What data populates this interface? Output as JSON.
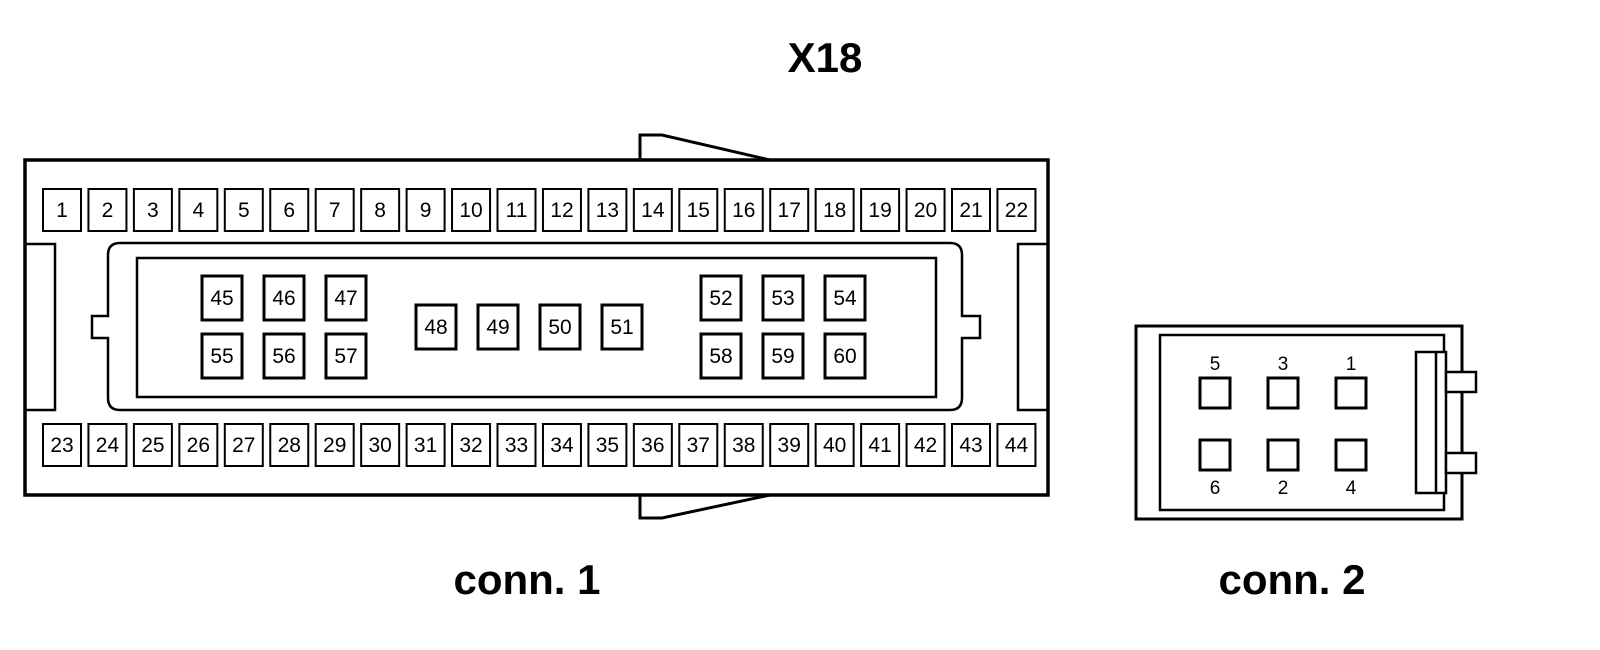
{
  "title": "X18",
  "connectors": {
    "conn1": {
      "caption": "conn. 1",
      "top_row": [
        "1",
        "2",
        "3",
        "4",
        "5",
        "6",
        "7",
        "8",
        "9",
        "10",
        "11",
        "12",
        "13",
        "14",
        "15",
        "16",
        "17",
        "18",
        "19",
        "20",
        "21",
        "22"
      ],
      "bottom_row": [
        "23",
        "24",
        "25",
        "26",
        "27",
        "28",
        "29",
        "30",
        "31",
        "32",
        "33",
        "34",
        "35",
        "36",
        "37",
        "38",
        "39",
        "40",
        "41",
        "42",
        "43",
        "44"
      ],
      "inner_left_top": [
        "45",
        "46",
        "47"
      ],
      "inner_left_bottom": [
        "55",
        "56",
        "57"
      ],
      "inner_middle": [
        "48",
        "49",
        "50",
        "51"
      ],
      "inner_right_top": [
        "52",
        "53",
        "54"
      ],
      "inner_right_bottom": [
        "58",
        "59",
        "60"
      ]
    },
    "conn2": {
      "caption": "conn. 2",
      "top_labels": [
        "5",
        "3",
        "1"
      ],
      "bottom_labels": [
        "6",
        "2",
        "4"
      ]
    }
  }
}
